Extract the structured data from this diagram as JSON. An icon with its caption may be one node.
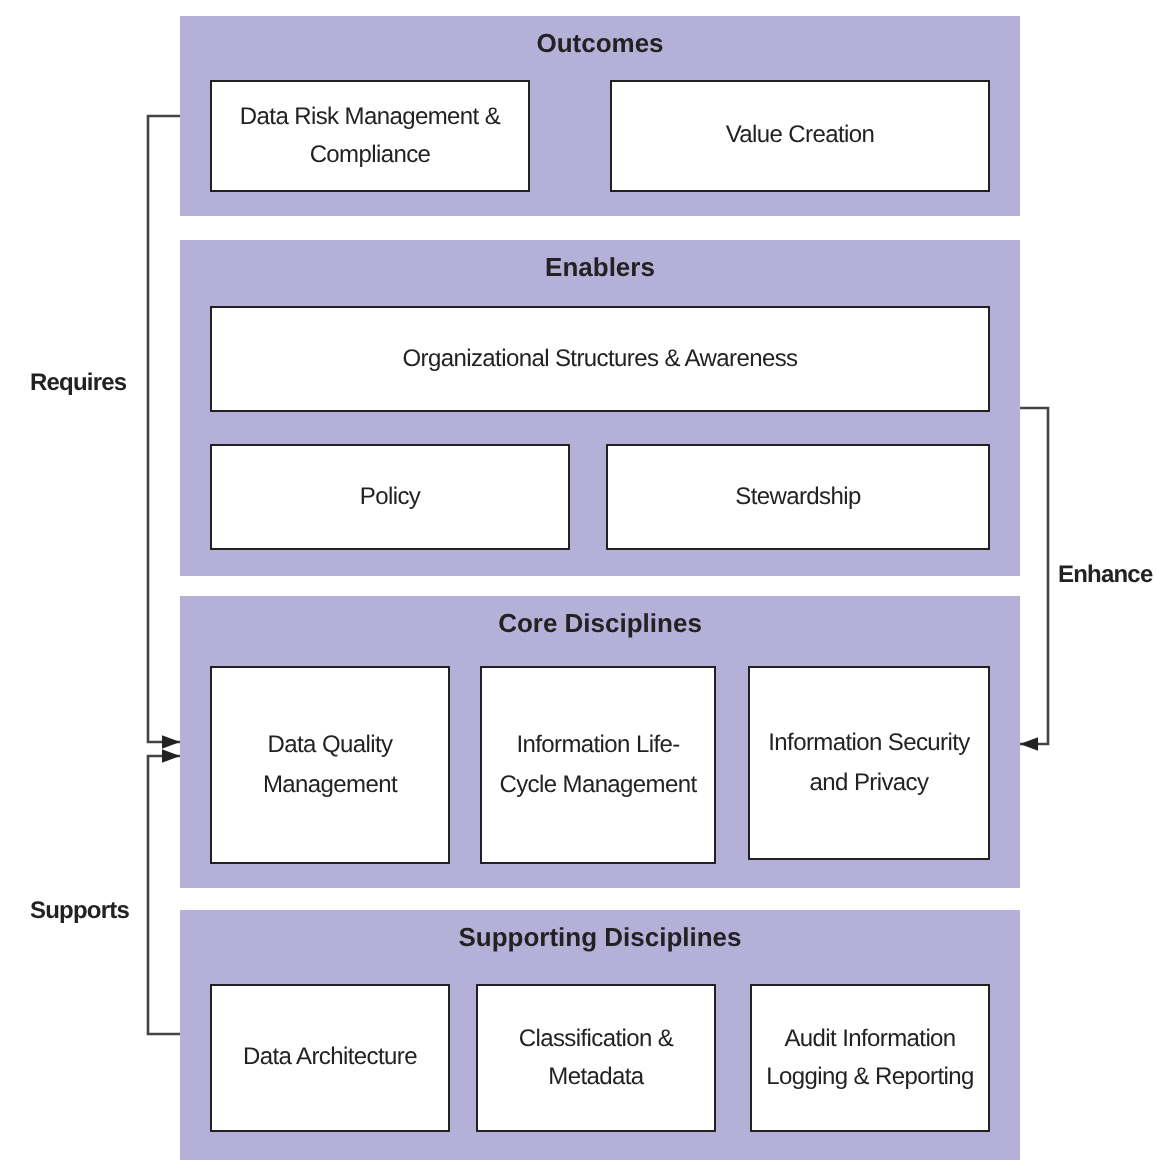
{
  "diagram": {
    "nodes": [
      {
        "text": [
          "Outcomes"
        ]
      },
      {
        "text": [
          "Data Risk Management & Compliance"
        ],
        "in": 0
      },
      {
        "text": [
          "Value Creation"
        ],
        "in": 0
      },
      {
        "text": [
          "Enablers"
        ]
      },
      {
        "text": [
          "Organizational Structures & Awareness"
        ],
        "in": 3
      },
      {
        "text": [
          "Policy"
        ],
        "in": 3
      },
      {
        "text": [
          "Stewardship"
        ],
        "in": 3
      },
      {
        "text": [
          "Core Disciplines"
        ]
      },
      {
        "text": [
          "Data Quality Management"
        ],
        "in": 7
      },
      {
        "text": [
          "Information Life-Cycle Management"
        ],
        "in": 7
      },
      {
        "text": [
          "Information Security and Privacy"
        ],
        "in": 7
      },
      {
        "text": [
          "Supporting Disciplines"
        ]
      },
      {
        "text": [
          "Data Architecture"
        ],
        "in": 11
      },
      {
        "text": [
          "Classification & Metadata"
        ],
        "in": 11
      },
      {
        "text": [
          "Audit Information Logging & Reporting"
        ],
        "in": 11
      }
    ],
    "edges": [
      {
        "from": 0,
        "to": 7,
        "arrow": "to",
        "label": "Requires"
      },
      {
        "from": 11,
        "to": 7,
        "arrow": "to",
        "label": "Supports"
      },
      {
        "from": 3,
        "to": 7,
        "arrow": "to",
        "label": "Enhance"
      }
    ]
  }
}
